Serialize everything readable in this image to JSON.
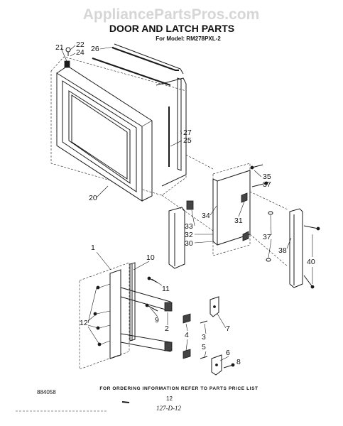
{
  "watermark": "AppliancePartsPros.com",
  "title": "DOOR AND LATCH PARTS",
  "model_line": "For Model: RM278PXL-2",
  "callouts": [
    "21",
    "22",
    "24",
    "26",
    "27",
    "25",
    "20",
    "35",
    "37",
    "34",
    "33",
    "32",
    "30",
    "31",
    "37",
    "38",
    "40",
    "1",
    "10",
    "11",
    "12",
    "9",
    "2",
    "7",
    "4",
    "3",
    "5",
    "6",
    "8"
  ],
  "footer": {
    "order_note": "FOR ORDERING INFORMATION REFER TO PARTS PRICE LIST",
    "doc_number": "884058",
    "page_number": "12",
    "handwritten_note": "127-D-12"
  }
}
